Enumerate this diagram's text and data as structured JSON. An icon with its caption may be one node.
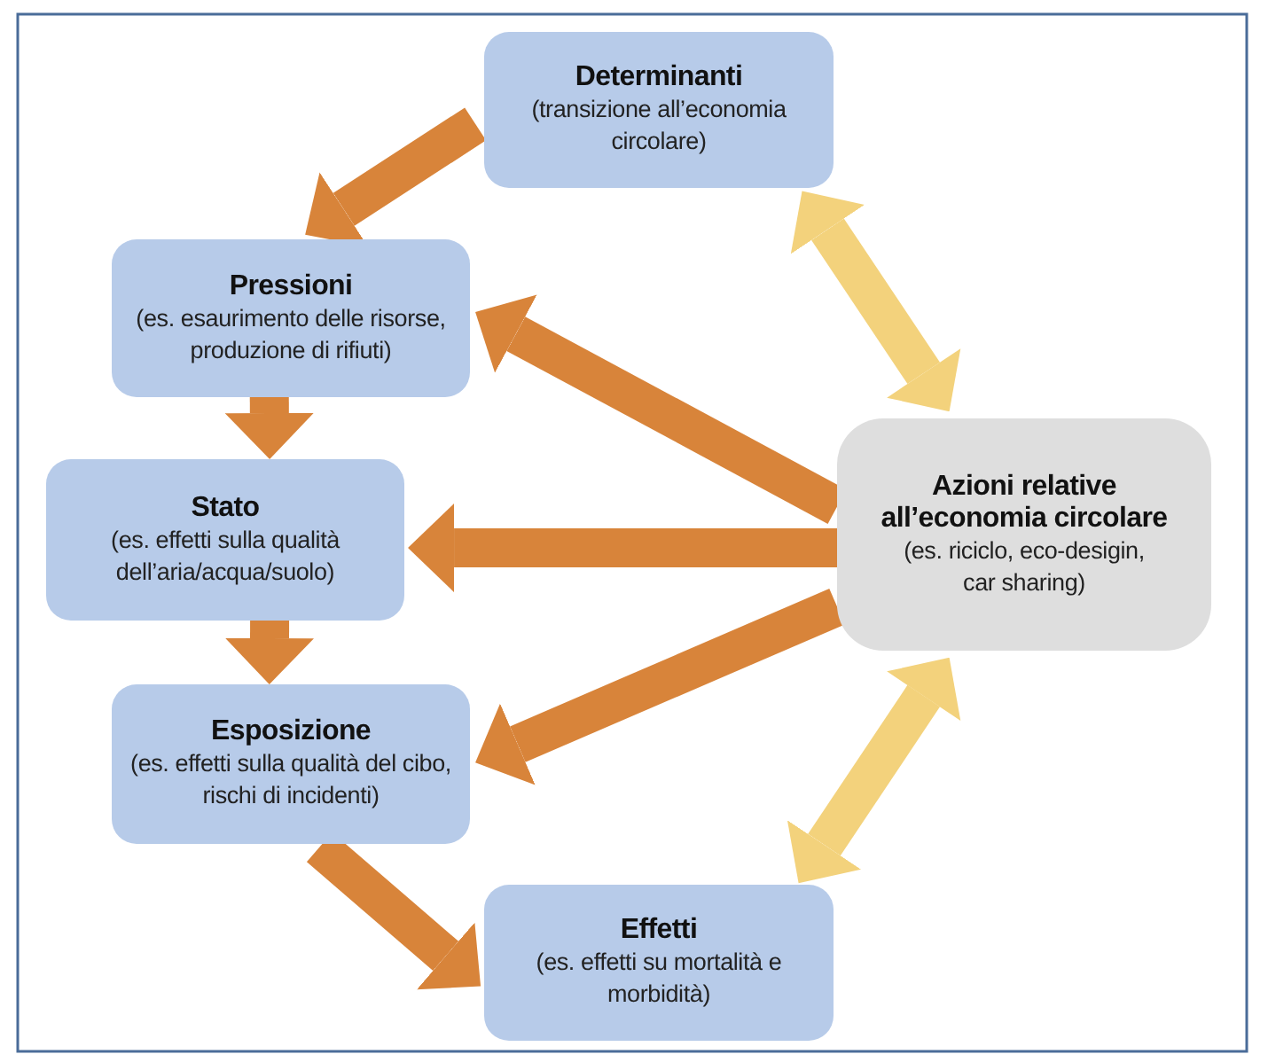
{
  "diagram": {
    "nodes": [
      {
        "text": [
          "Determinanti",
          "(transizione all’economia circolare)"
        ]
      },
      {
        "text": [
          "Pressioni",
          "(es. esaurimento delle risorse, produzione di rifiuti)"
        ]
      },
      {
        "text": [
          "Stato",
          "(es. effetti sulla qualità dell’aria/acqua/suolo)"
        ]
      },
      {
        "text": [
          "Esposizione",
          "(es. effetti sulla qualità del cibo, rischi di incidenti)"
        ]
      },
      {
        "text": [
          "Effetti",
          "(es. effetti su mortalità e morbidità)"
        ]
      },
      {
        "text": [
          "Azioni relative all’economia circolare",
          "(es. riciclo, eco-desigin, car sharing)"
        ]
      }
    ],
    "edges": [
      {
        "from": 0,
        "to": 1,
        "arrow": "to"
      },
      {
        "from": 1,
        "to": 2,
        "arrow": "to"
      },
      {
        "from": 2,
        "to": 3,
        "arrow": "to"
      },
      {
        "from": 3,
        "to": 4,
        "arrow": "to"
      },
      {
        "from": 5,
        "to": 1,
        "arrow": "to"
      },
      {
        "from": 5,
        "to": 2,
        "arrow": "to"
      },
      {
        "from": 5,
        "to": 3,
        "arrow": "to"
      },
      {
        "from": 5,
        "to": 0,
        "arrow": "both",
        "color": "#f3d27c"
      },
      {
        "from": 5,
        "to": 4,
        "arrow": "both",
        "color": "#f3d27c"
      }
    ]
  }
}
